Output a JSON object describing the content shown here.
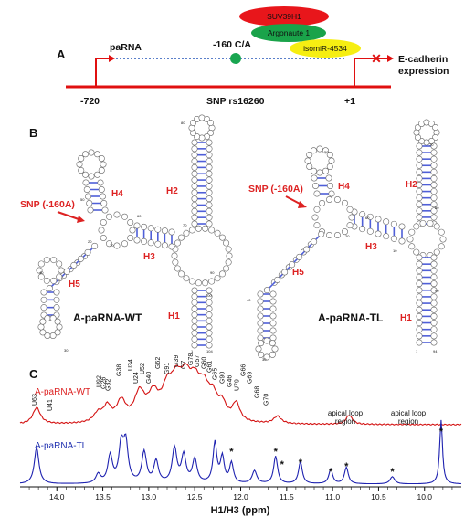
{
  "panel_a": {
    "letter": "A",
    "factors": [
      {
        "label": "SUV39H1",
        "color": "#e8161b"
      },
      {
        "label": "Argonaute 1",
        "color": "#1aa34a"
      },
      {
        "label": "isomiR-4534",
        "color": "#f6ee12"
      }
    ],
    "paRNA_label": "paRNA",
    "variant_label": "-160 C/A",
    "expression_label_line1": "E-cadherin",
    "expression_label_line2": "expression",
    "pos_left": "-720",
    "snp_label": "SNP rs16260",
    "pos_right": "+1"
  },
  "panel_b": {
    "letter": "B",
    "wt": {
      "title": "A-paRNA-WT",
      "snp_label": "SNP (-160A)",
      "helices": [
        "H1",
        "H2",
        "H3",
        "H4",
        "H5"
      ],
      "numbers": [
        "1",
        "10",
        "20",
        "30",
        "40",
        "50",
        "60",
        "70",
        "80",
        "90",
        "100",
        "104"
      ]
    },
    "tl": {
      "title": "A-paRNA-TL",
      "snp_label": "SNP (-160A)",
      "helices": [
        "H1",
        "H2",
        "H3",
        "H4",
        "H5"
      ],
      "numbers": [
        "1",
        "10",
        "20",
        "30",
        "40",
        "50",
        "60",
        "70",
        "80",
        "90",
        "94"
      ]
    }
  },
  "panel_c": {
    "letter": "C",
    "wt_label": "A-paRNA-WT",
    "tl_label": "A-paRNA-TL",
    "wt_peaks": [
      "U63",
      "U41",
      "U92",
      "G26",
      "G32",
      "G38",
      "U34",
      "U24",
      "U52",
      "G40",
      "G62",
      "G91",
      "G39",
      "G7",
      "G78",
      "G57",
      "G60",
      "G61",
      "G65",
      "G90",
      "G46",
      "U79",
      "G66",
      "G69",
      "G68",
      "G70"
    ],
    "loop_label_1_line1": "apical loop",
    "loop_label_1_line2": "region",
    "loop_label_2_line1": "apical loop",
    "loop_label_2_line2": "region",
    "star": "*",
    "x_ticks": [
      "14.0",
      "13.5",
      "13.0",
      "12.5",
      "12.0",
      "11.5",
      "11.0",
      "10.5",
      "10.0"
    ],
    "x_axis_label": "H1/H3 (ppm)",
    "x_range_ppm": [
      14.4,
      9.6
    ]
  }
}
